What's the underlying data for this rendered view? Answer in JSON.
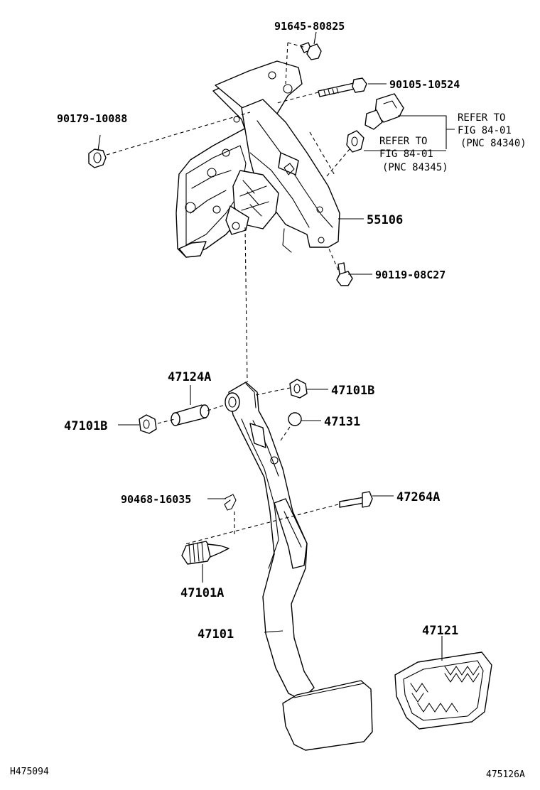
{
  "labels": {
    "p91645": "91645-80825",
    "p90105": "90105-10524",
    "p90179": "90179-10088",
    "p55106": "55106",
    "p90119": "90119-08C27",
    "p47124A": "47124A",
    "p47101B_right": "47101B",
    "p47101B_left": "47101B",
    "p47131": "47131",
    "p90468": "90468-16035",
    "p47264A": "47264A",
    "p47101A": "47101A",
    "p47101": "47101",
    "p47121": "47121"
  },
  "references": {
    "refer1": {
      "line1": "REFER TO",
      "line2": "FIG 84-01",
      "line3": "(PNC 84340)"
    },
    "refer2": {
      "line1": "REFER TO",
      "line2": "FIG 84-01",
      "line3": "(PNC 84345)"
    }
  },
  "codes": {
    "left": "H475094",
    "right": "475126A"
  }
}
